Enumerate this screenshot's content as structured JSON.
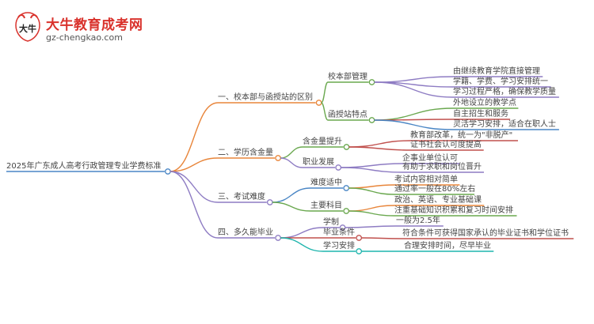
{
  "site": {
    "name": "大牛教育成考网",
    "url": "gz-chengkao.com",
    "logo_mark_text": "大牛"
  },
  "root": "2025年广东成人高考行政管理专业学费标准",
  "branches": [
    {
      "label": "一、校本部与函授站的区别",
      "color": "#e8853a",
      "children": [
        {
          "label": "校本部管理",
          "color": "#6aa84f",
          "leaves": [
            {
              "text": "由继续教育学院直接管理",
              "color": "#8e7cc3"
            },
            {
              "text": "学籍、学费、学习安排统一",
              "color": "#8e7cc3"
            },
            {
              "text": "学习过程严格，确保教学质量",
              "color": "#8e7cc3"
            }
          ]
        },
        {
          "label": "函授站特点",
          "color": "#6aa84f",
          "leaves": [
            {
              "text": "外地设立的教学点",
              "color": "#6aa84f"
            },
            {
              "text": "自主招生和服务",
              "color": "#c0504d"
            },
            {
              "text": "灵活学习安排，适合在职人士",
              "color": "#4a86c5"
            }
          ]
        }
      ]
    },
    {
      "label": "二、学历含金量",
      "color": "#e8853a",
      "children": [
        {
          "label": "含金量提升",
          "color": "#6aa84f",
          "leaves": [
            {
              "text": "教育部改革，统一为\"非脱产\"",
              "color": "#c0504d"
            },
            {
              "text": "证书社会认可度提高",
              "color": "#c0504d"
            }
          ]
        },
        {
          "label": "职业发展",
          "color": "#8e7cc3",
          "leaves": [
            {
              "text": "企事业单位认可",
              "color": "#8e7cc3"
            },
            {
              "text": "有助于求职和岗位晋升",
              "color": "#8e7cc3"
            }
          ]
        }
      ]
    },
    {
      "label": "三、考试难度",
      "color": "#8e7cc3",
      "children": [
        {
          "label": "难度适中",
          "color": "#4a86c5",
          "leaves": [
            {
              "text": "考试内容相对简单",
              "color": "#e8853a"
            },
            {
              "text": "通过率一般在80%左右",
              "color": "#6aa84f"
            }
          ]
        },
        {
          "label": "主要科目",
          "color": "#6aa84f",
          "leaves": [
            {
              "text": "政治、英语、专业基础课",
              "color": "#e8853a"
            },
            {
              "text": "注重基础知识积累和复习时间安排",
              "color": "#6aa84f"
            }
          ]
        }
      ]
    },
    {
      "label": "四、多久能毕业",
      "color": "#8e7cc3",
      "children": [
        {
          "label": "学制",
          "color": "#8e7cc3",
          "leaves": [
            {
              "text": "一般为2.5年",
              "color": "#8e7cc3"
            }
          ]
        },
        {
          "label": "毕业条件",
          "color": "#c0504d",
          "leaves": [
            {
              "text": "符合条件可获得国家承认的毕业证书和学位证书",
              "color": "#c0504d"
            }
          ]
        },
        {
          "label": "学习安排",
          "color": "#1fb5ad",
          "leaves": [
            {
              "text": "合理安排时间，尽早毕业",
              "color": "#1fb5ad"
            }
          ]
        }
      ]
    }
  ]
}
